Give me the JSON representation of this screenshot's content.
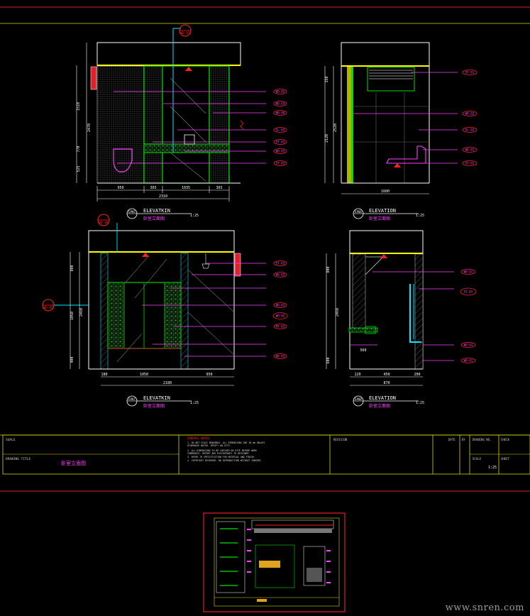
{
  "elevations": [
    {
      "id": "EP05",
      "title": "ELEVATKIN",
      "subtitle": "卧室立面图",
      "scale": "1:25"
    },
    {
      "id": "EP06",
      "title": "ELEVATION",
      "subtitle": "卧室立面图",
      "scale": "1:25"
    },
    {
      "id": "EP07",
      "title": "ELEVATKIN",
      "subtitle": "卧室立面图",
      "scale": "1:25"
    },
    {
      "id": "EP08",
      "title": "ELEVATION",
      "subtitle": "卧室立面图",
      "scale": "1:25"
    }
  ],
  "dimensions": {
    "ep05_bottom": [
      "950",
      "365",
      "1035",
      "365"
    ],
    "ep05_total": "2310",
    "ep05_left": [
      "1510",
      "770",
      "525"
    ],
    "ep05_left_total": "2470",
    "ep06_left": [
      "350",
      "2120"
    ],
    "ep06_left_total": "2520",
    "ep06_bottom": "1600",
    "ep07_bottom": [
      "180",
      "1050",
      "950"
    ],
    "ep07_total": "2180",
    "ep07_left": [
      "800",
      "1050",
      "400"
    ],
    "ep07_left_total": "2450",
    "ep08_bottom": [
      "120",
      "450",
      "200"
    ],
    "ep08_total": "870",
    "ep08_left": [
      "800",
      "2450",
      "600"
    ],
    "ep08_inner": "560"
  },
  "tags": {
    "ep05_top": "WD-05",
    "ep07_top": "WD-08",
    "ep07_left": "WD-05"
  },
  "callouts": {
    "ep05": [
      "WD-02",
      "WD-03",
      "WD-06",
      "GL-02",
      "ST-01",
      "WD-01",
      "ST-01"
    ],
    "ep06": [
      "ST-01",
      "WD-02",
      "GL-03",
      "WD-01",
      "ST-01"
    ],
    "ep07": [
      "ST-01",
      "WD-02",
      "WD-01",
      "WD-02",
      "MT-01",
      "WD-01"
    ],
    "ep08": [
      "WD-01",
      "ST-01",
      "WD-01",
      "WD-01"
    ]
  },
  "title_block": {
    "col1_top": "SUALE",
    "col1_bottom": "DRAWING TITLE",
    "drawing_title": "卧室立面图",
    "notes_header": "GENERAL NOTES",
    "notes_lines": [
      "1. DO NOT SCALE DRAWINGS. ALL DIMENSIONS ARE IN mm UNLESS",
      "   OTHERWISE NOTED. VERIFY ON SITE.",
      "2. ALL DIMENSIONS TO BE CHECKED ON SITE BEFORE WORK",
      "   COMMENCES. REPORT ANY DISCREPANCY TO DESIGNER.",
      "3. REFER TO SPECIFICATION FOR MATERIAL AND FINISH.",
      "4. COPYRIGHT RESERVED. NO REPRODUCTION WITHOUT CONSENT."
    ],
    "revision_label": "REVISION",
    "date_label": "DATE",
    "by_label": "BY",
    "drawing_no_label": "DRAWING NO.",
    "scale_label": "SCALE",
    "scale_value": "1:25",
    "check_label": "CHECK",
    "sheet_label": "SHEET"
  },
  "watermark": "www.snren.com",
  "colors": {
    "frame": "#e0202a",
    "border": "#d8d800",
    "wall": "#ffffff",
    "green": "#00e000",
    "cyan": "#00e8ff",
    "magenta": "#ff40ff",
    "red": "#ff2020",
    "gray": "#8a8a8a",
    "yellow": "#ffff00"
  }
}
